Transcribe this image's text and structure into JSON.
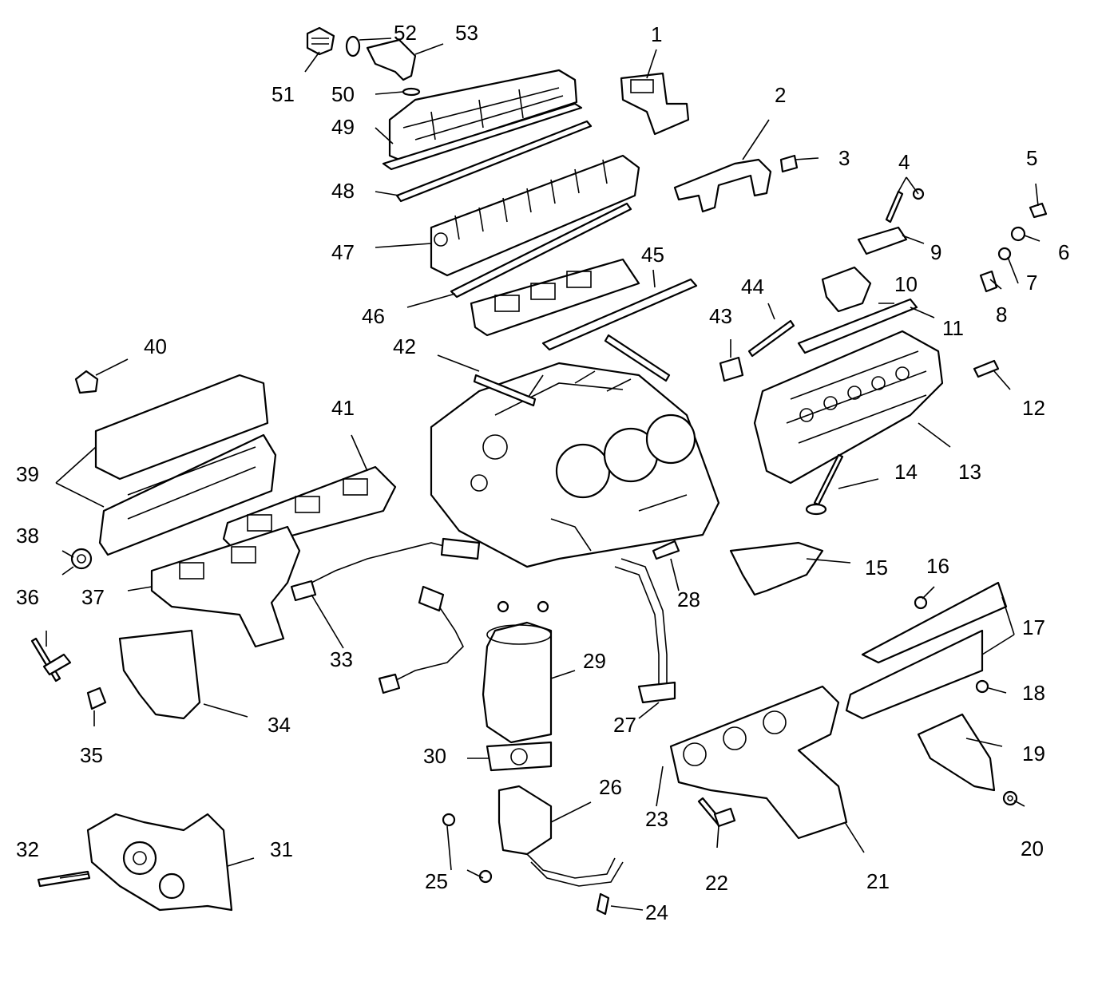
{
  "diagram": {
    "labels": [
      "1",
      "2",
      "3",
      "4",
      "5",
      "6",
      "7",
      "8",
      "9",
      "10",
      "11",
      "12",
      "13",
      "14",
      "15",
      "16",
      "17",
      "18",
      "19",
      "20",
      "21",
      "22",
      "23",
      "24",
      "25",
      "26",
      "27",
      "28",
      "29",
      "30",
      "31",
      "32",
      "33",
      "34",
      "35",
      "36",
      "37",
      "38",
      "39",
      "40",
      "41",
      "42",
      "43",
      "44",
      "45",
      "46",
      "47",
      "48",
      "49",
      "50",
      "51",
      "52",
      "53"
    ]
  }
}
